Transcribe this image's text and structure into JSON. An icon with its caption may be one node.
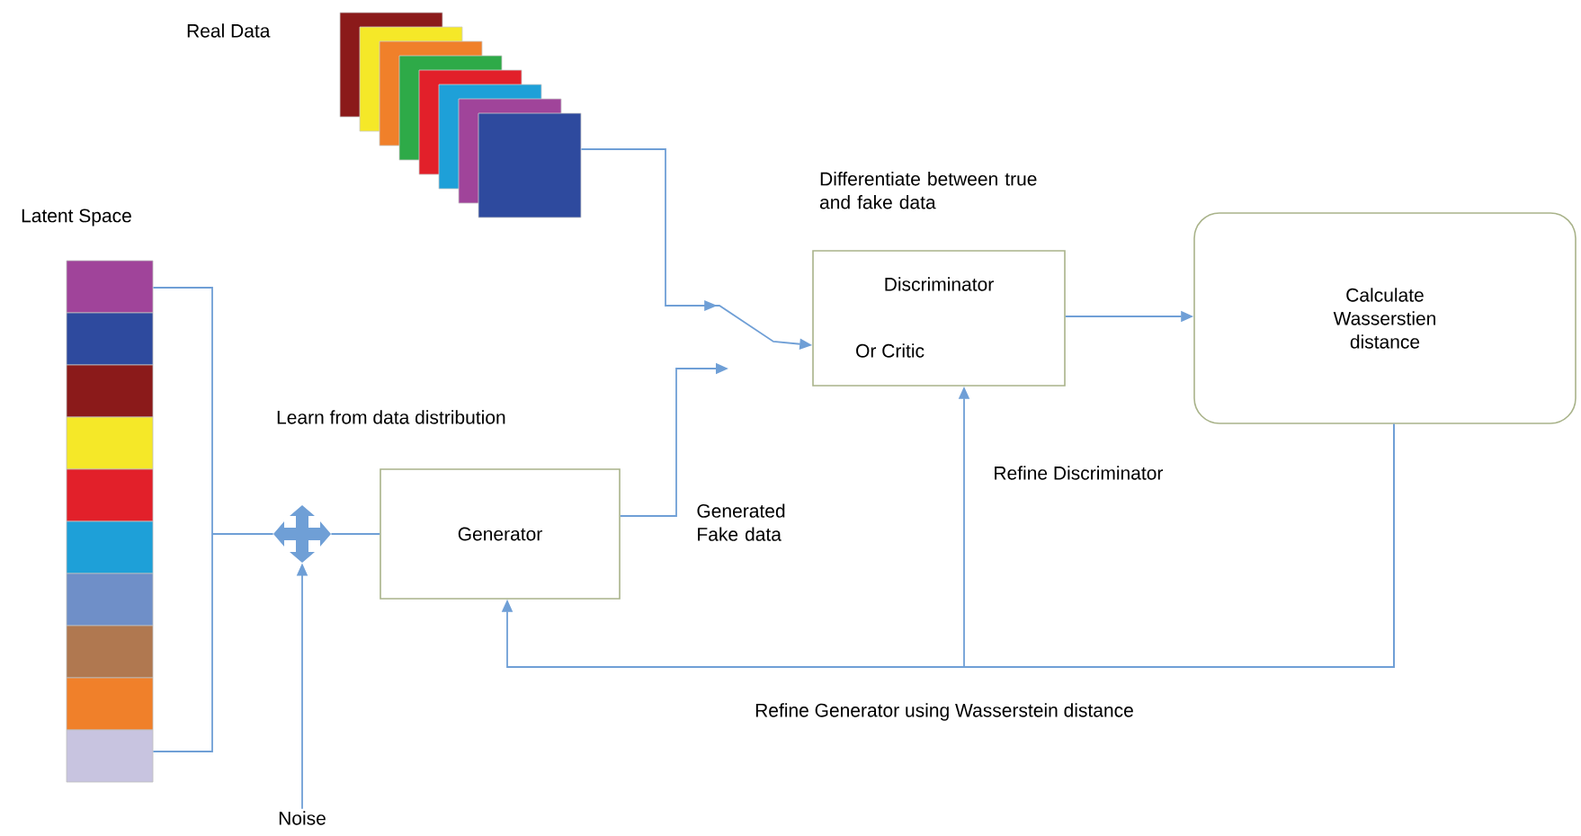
{
  "diagram": {
    "nodes": [
      {
        "text": [],
        "shape": "picture",
        "beside": [
          "Real Data"
        ]
      },
      {
        "text": [],
        "shape": "bar",
        "beside": [
          "Latent Space"
        ]
      },
      {
        "text": [
          "Noise"
        ]
      },
      {
        "text": [],
        "shape": "cross"
      },
      {
        "text": [
          "Generator"
        ]
      },
      {
        "text": [
          "Discriminator",
          "Or Critic"
        ]
      },
      {
        "text": [
          "Calculate Wasserstien distance"
        ]
      }
    ],
    "edges": [
      {
        "from": 1,
        "to": 3,
        "arrow": "none"
      },
      {
        "from": 2,
        "to": 3,
        "arrow": "to"
      },
      {
        "from": 3,
        "to": 4,
        "arrow": "none"
      },
      {
        "from": 0,
        "to": 5,
        "arrow": "to"
      },
      {
        "from": 4,
        "to": null,
        "arrow": "to",
        "label": "Generated Fake data"
      },
      {
        "from": 5,
        "to": 6,
        "arrow": "to"
      },
      {
        "from": 6,
        "to": 5,
        "arrow": "to",
        "label": "Refine Discriminator"
      },
      {
        "from": 6,
        "to": 4,
        "arrow": "to",
        "label": "Refine Generator using Wasserstein distance"
      }
    ],
    "labels": [
      "Differentiate between true and fake data",
      "Learn from data distribution"
    ]
  }
}
